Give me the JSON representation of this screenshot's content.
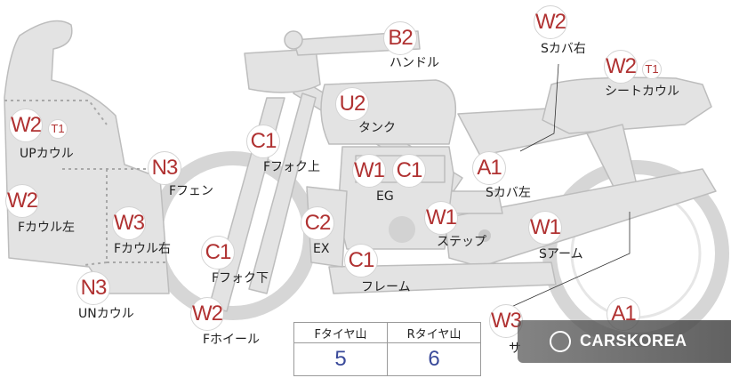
{
  "parts": [
    {
      "id": "b2",
      "code": "B2",
      "label": "ハンドル"
    },
    {
      "id": "w2-scover-right",
      "code": "W2",
      "label": "Sカバ右"
    },
    {
      "id": "w2-seat-cowl",
      "code": "W2",
      "sub": "T1",
      "label": "シートカウル"
    },
    {
      "id": "u2",
      "code": "U2",
      "label": "タンク"
    },
    {
      "id": "w2-up-cowl",
      "code": "W2",
      "sub": "T1",
      "label": "UPカウル"
    },
    {
      "id": "c1-ffork-upper",
      "code": "C1",
      "label": "Fフォク上"
    },
    {
      "id": "n3-ffender",
      "code": "N3",
      "label": "Fフェン"
    },
    {
      "id": "w1-eg",
      "code": "W1",
      "label": "EG"
    },
    {
      "id": "c1-eg",
      "code": "C1",
      "label": ""
    },
    {
      "id": "a1-scover-left",
      "code": "A1",
      "label": "Sカバ左"
    },
    {
      "id": "w2-fcowl-left",
      "code": "W2",
      "label": "Fカウル左"
    },
    {
      "id": "w3-fcowl-right",
      "code": "W3",
      "label": "Fカウル右"
    },
    {
      "id": "c2-ex",
      "code": "C2",
      "label": "EX"
    },
    {
      "id": "w1-step",
      "code": "W1",
      "label": "ステップ"
    },
    {
      "id": "w1-sarm",
      "code": "W1",
      "label": "Sアーム"
    },
    {
      "id": "c1-ffork-lower",
      "code": "C1",
      "label": "Fフォク下"
    },
    {
      "id": "c1-frame",
      "code": "C1",
      "label": "フレーム"
    },
    {
      "id": "n3-un-cowl",
      "code": "N3",
      "label": "UNカウル"
    },
    {
      "id": "w2-fwheel",
      "code": "W2",
      "label": "Fホイール"
    },
    {
      "id": "w3-bottom",
      "code": "W3",
      "label": "サ"
    },
    {
      "id": "a1-bottom",
      "code": "A1",
      "label": ""
    }
  ],
  "tire_table": {
    "front_header": "Fタイヤ山",
    "rear_header": "Rタイヤ山",
    "front_value": "5",
    "rear_value": "6"
  },
  "watermark": {
    "text": "CARSKOREA",
    "icon": "carskorea-logo-icon"
  },
  "colors": {
    "badge_text": "#b03232",
    "table_value": "#3a4a9a",
    "body_fill": "#e3e3e3",
    "outline": "#bdbdbd"
  }
}
